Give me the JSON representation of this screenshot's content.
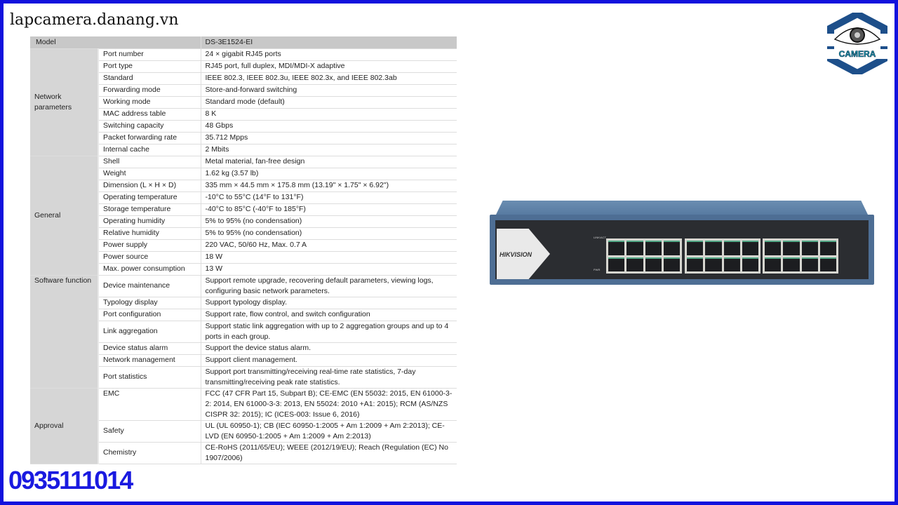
{
  "site": "lapcamera.danang.vn",
  "phone": "0935111014",
  "logo": {
    "text": "CAMERA",
    "colors": {
      "hex": "#1d4f8a",
      "text": "#1fa3b5"
    }
  },
  "switch": {
    "brand": "HIKVISION",
    "link_label": "LINK/ACT",
    "pwr_label": "PWR"
  },
  "spec": {
    "model_label": "Model",
    "model_value": "DS-3E1524-EI",
    "groups": [
      {
        "name": "Network parameters",
        "rows": [
          [
            "Port number",
            "24 × gigabit RJ45 ports"
          ],
          [
            "Port type",
            "RJ45 port, full duplex, MDI/MDI-X adaptive"
          ],
          [
            "Standard",
            "IEEE 802.3, IEEE 802.3u, IEEE 802.3x, and IEEE 802.3ab"
          ],
          [
            "Forwarding mode",
            "Store-and-forward switching"
          ],
          [
            "Working mode",
            "Standard mode (default)"
          ],
          [
            "MAC address table",
            "8 K"
          ],
          [
            "Switching capacity",
            "48 Gbps"
          ],
          [
            "Packet forwarding rate",
            "35.712 Mpps"
          ],
          [
            "Internal cache",
            "2 Mbits"
          ]
        ]
      },
      {
        "name": "General",
        "rows": [
          [
            "Shell",
            "Metal material, fan-free design"
          ],
          [
            "Weight",
            "1.62 kg (3.57 lb)"
          ],
          [
            "Dimension (L × H × D)",
            "335 mm × 44.5 mm × 175.8 mm (13.19\" × 1.75\" × 6.92\")"
          ],
          [
            "Operating temperature",
            "-10°C to 55°C (14°F to 131°F)"
          ],
          [
            "Storage temperature",
            "-40°C to 85°C (-40°F to 185°F)"
          ],
          [
            "Operating humidity",
            "5% to 95% (no condensation)"
          ],
          [
            "Relative humidity",
            "5% to 95% (no condensation)"
          ],
          [
            "Power supply",
            "220 VAC, 50/60 Hz, Max. 0.7 A"
          ],
          [
            "Power source",
            "18 W"
          ],
          [
            "Max. power consumption",
            "13 W"
          ]
        ]
      },
      {
        "name": "Software function",
        "top": true,
        "rows": [
          [
            "Device maintenance",
            "Support remote upgrade, recovering default parameters, viewing logs, configuring basic network parameters."
          ],
          [
            "Typology display",
            "Support typology display."
          ],
          [
            "Port configuration",
            "Support rate, flow control, and switch configuration"
          ],
          [
            "Link aggregation",
            "Support static link aggregation with up to 2 aggregation groups and up to 4 ports in each group."
          ],
          [
            "Device status alarm",
            "Support the device status alarm."
          ],
          [
            "Network management",
            "Support client management."
          ],
          [
            "Port statistics",
            "Support port transmitting/receiving real-time rate statistics, 7-day transmitting/receiving peak rate statistics."
          ]
        ]
      },
      {
        "name": "Approval",
        "rows": [
          [
            "EMC",
            "FCC (47 CFR Part 15, Subpart B); CE-EMC (EN 55032: 2015, EN 61000-3-2: 2014, EN 61000-3-3: 2013, EN 55024: 2010 +A1: 2015); RCM (AS/NZS CISPR 32: 2015); IC (ICES-003: Issue 6, 2016)"
          ],
          [
            "Safety",
            "UL (UL 60950-1); CB (IEC 60950-1:2005 + Am 1:2009 + Am 2:2013); CE-LVD (EN 60950-1:2005 + Am 1:2009 + Am 2:2013)"
          ],
          [
            "Chemistry",
            "CE-RoHS (2011/65/EU); WEEE (2012/19/EU); Reach (Regulation (EC) No 1907/2006)"
          ]
        ]
      }
    ]
  }
}
